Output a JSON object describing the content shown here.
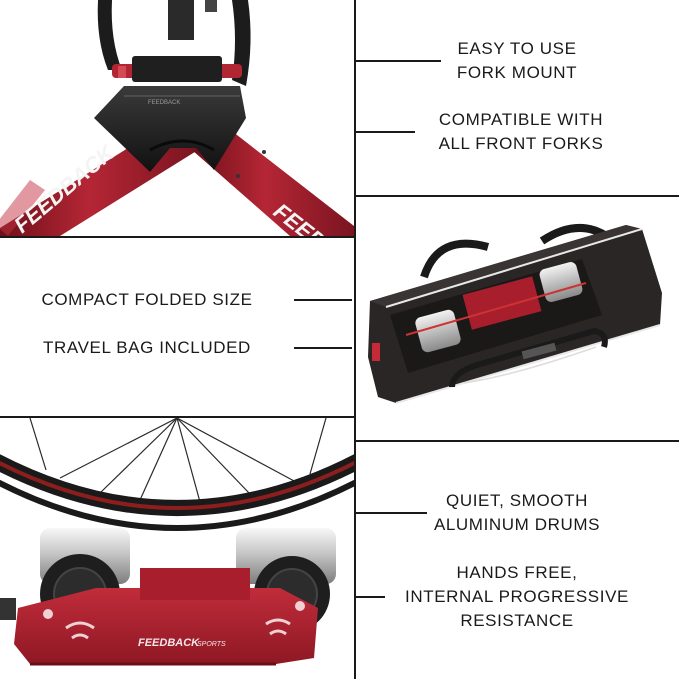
{
  "brand": {
    "logo_text": "FEEDBACK",
    "logo_subtext": "SPORTS",
    "tube_lettering": "FEEDBACK"
  },
  "features": {
    "fork_mount": [
      "EASY TO USE",
      "FORK MOUNT"
    ],
    "front_forks": [
      "COMPATIBLE WITH",
      "ALL FRONT FORKS"
    ],
    "folded_size": "COMPACT FOLDED SIZE",
    "travel_bag": "TRAVEL BAG INCLUDED",
    "drums": [
      "QUIET, SMOOTH",
      "ALUMINUM DRUMS"
    ],
    "resistance": [
      "HANDS FREE,",
      "INTERNAL PROGRESSIVE",
      "RESISTANCE"
    ]
  },
  "colors": {
    "frame_red": "#a81e2c",
    "rubber_black": "#1e1e1e",
    "bag_black": "#2a2626",
    "aluminum": "#c9c9c9"
  }
}
